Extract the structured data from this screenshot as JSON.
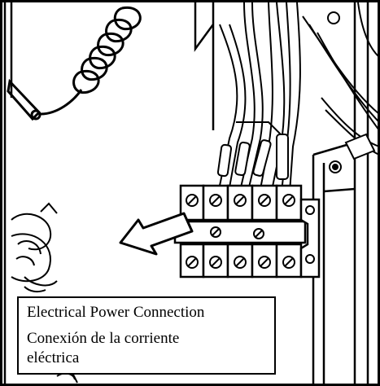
{
  "caption": {
    "english": "Electrical Power Connection",
    "spanish_line1": "Conexión de la corriente",
    "spanish_line2": "eléctrica"
  },
  "colors": {
    "ink": "#000000",
    "paper": "#ffffff"
  },
  "icons": [
    "arrow-icon",
    "screw-icon"
  ]
}
